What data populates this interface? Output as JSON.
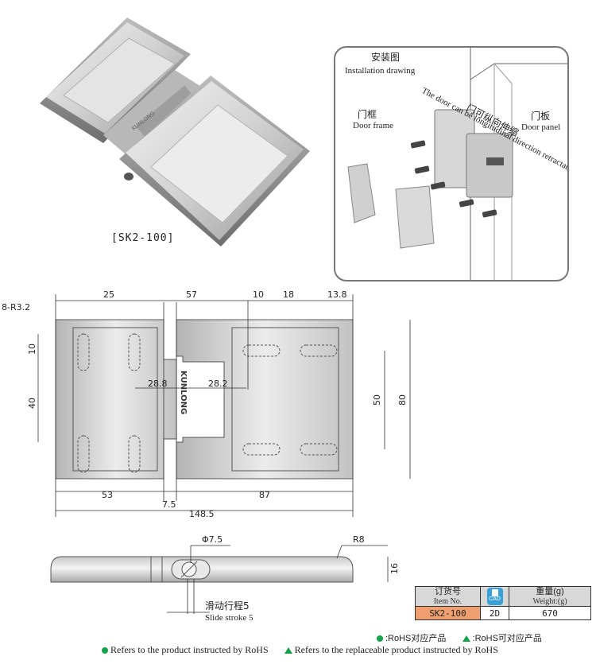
{
  "product": {
    "model_label": "[SK2-100]",
    "brand_mark": "KUNLONG"
  },
  "installation": {
    "title_cn": "安装图",
    "title_en": "Installation drawing",
    "door_frame_cn": "门框",
    "door_frame_en": "Door frame",
    "door_panel_cn": "门板",
    "door_panel_en": "Door panel",
    "note_en": "The door can be longitudinal direction retractable",
    "note_cn": "门可纵向伸缩"
  },
  "dimensions_top": {
    "holes": "8-R3.2",
    "d25": "25",
    "d57": "57",
    "d10a": "10",
    "d18": "18",
    "d13_8": "13.8",
    "d10b": "10",
    "d40": "40",
    "d28_8": "28.8",
    "d28_2": "28.2",
    "d50": "50",
    "d80": "80",
    "d53": "53",
    "d87": "87",
    "d7_5": "7.5",
    "d148_5": "148.5"
  },
  "dimensions_side": {
    "phi": "Φ7.5",
    "r8": "R8",
    "h16": "16",
    "stroke_cn": "滑动行程5",
    "stroke_en": "Slide stroke 5"
  },
  "spec_table": {
    "col1_cn": "订货号",
    "col1_en": "Item No.",
    "cad_label": "CAD",
    "col3_cn": "重量(g)",
    "col3_en": "Weight:(g)",
    "item_no": "SK2-100",
    "cad_value": "2D",
    "weight": "670"
  },
  "legend": {
    "rohs_cn": ":RoHS对应产品",
    "rohs_replace_cn": ":RoHS可对应产品",
    "rohs_en": "Refers to the product instructed by RoHS",
    "rohs_replace_en": "Refers to the replaceable product instructed by RoHS"
  },
  "colors": {
    "metal_light": "#e6e6e6",
    "metal_mid": "#c4c4c4",
    "metal_dark": "#8a8a8a",
    "table_header": "#d8d8d8",
    "item_highlight": "#f0a070",
    "cad_blue": "#3aa0d8",
    "rohs_green": "#16a04a"
  }
}
